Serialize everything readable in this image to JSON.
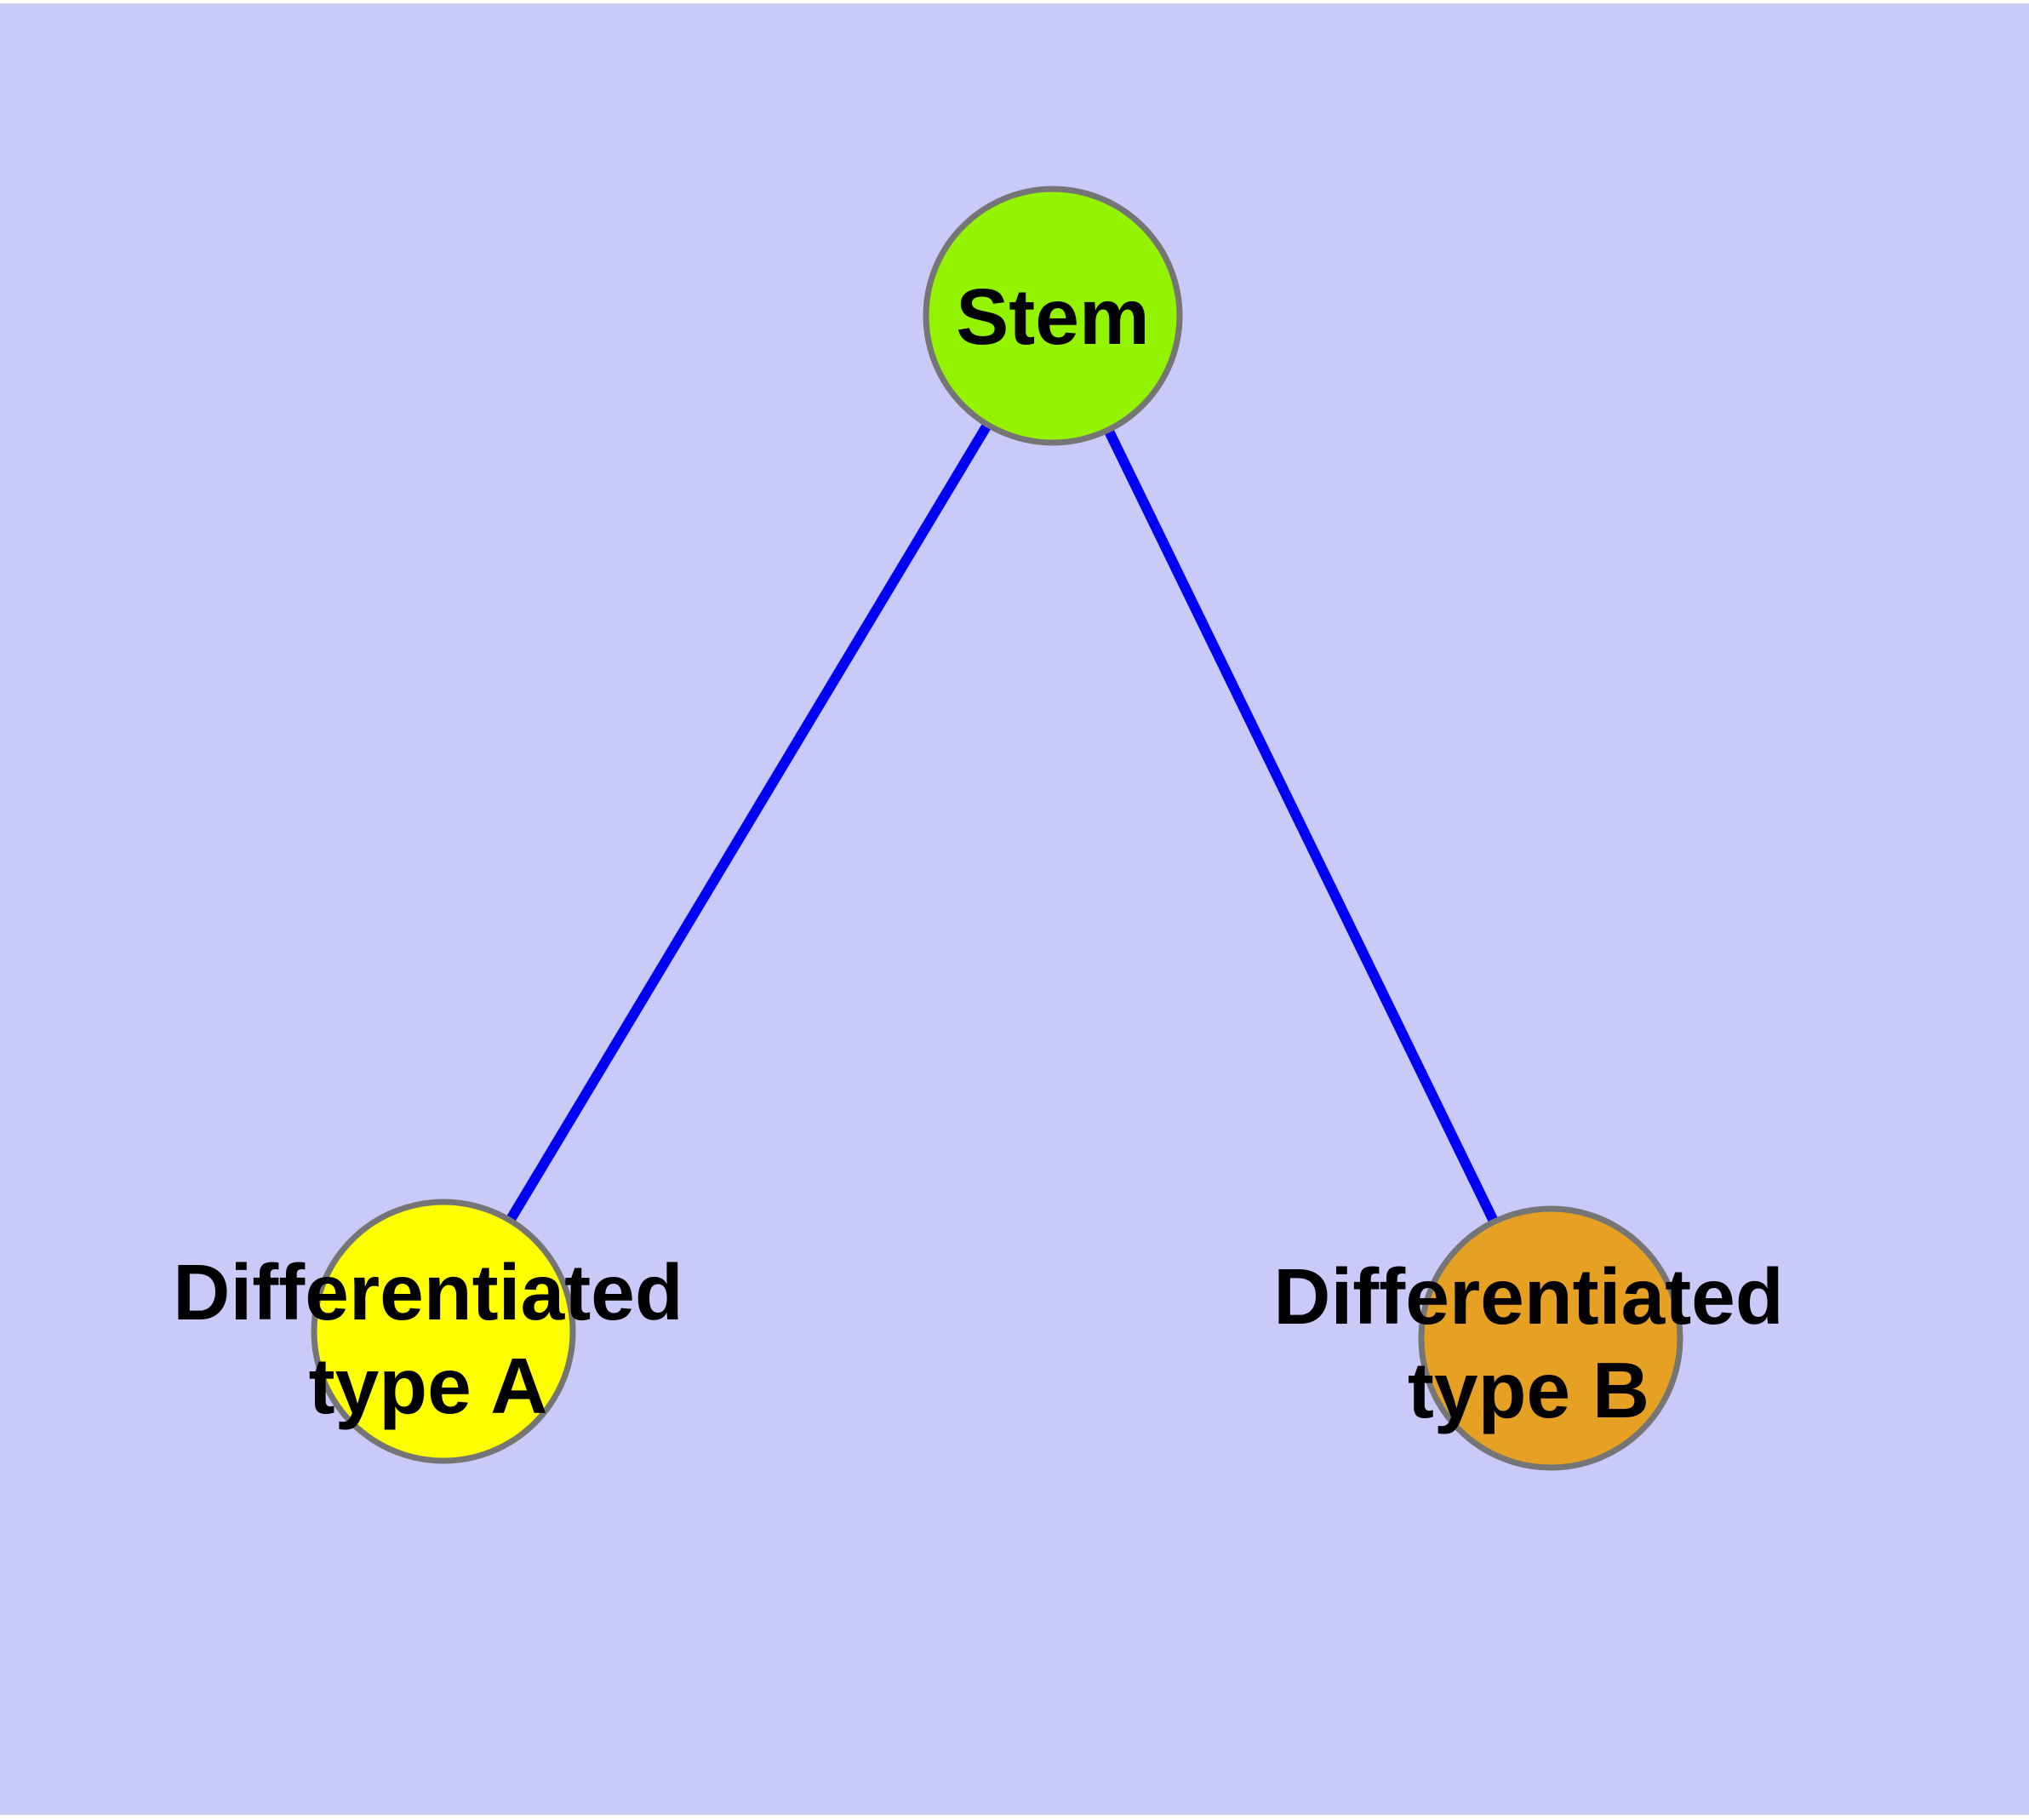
{
  "diagram": {
    "background_color": "#cacaf8",
    "edge_color": "#0000f5",
    "node_border_color": "#757575",
    "label_color": "#000000",
    "nodes": [
      {
        "id": "stem",
        "label": "Stem",
        "line1": "Stem",
        "line2": "",
        "fill": "#94f400"
      },
      {
        "id": "differentiated-type-a",
        "label": "Differentiated type A",
        "line1": "Differentiated",
        "line2": "type A",
        "fill": "#ffff00"
      },
      {
        "id": "differentiated-type-b",
        "label": "Differentiated type B",
        "line1": "Differentiated",
        "line2": "type B",
        "fill": "#e6a124"
      }
    ],
    "edges": [
      {
        "from": "Stem",
        "to": "Differentiated type A"
      },
      {
        "from": "Stem",
        "to": "Differentiated type B"
      }
    ]
  }
}
